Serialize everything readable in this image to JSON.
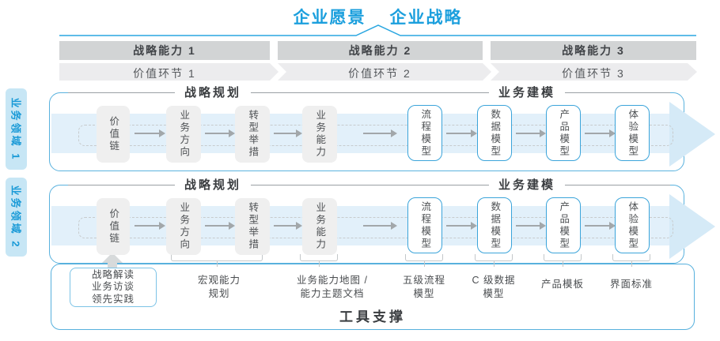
{
  "title": {
    "vision": "企业愿景",
    "strategy": "企业战略"
  },
  "top_bands": {
    "capabilities": [
      "战略能力 1",
      "战略能力 2",
      "战略能力 3"
    ],
    "value_links": [
      "价值环节 1",
      "价值环节 2",
      "价值环节 3"
    ]
  },
  "domains": [
    "业务领域 1",
    "业务领域 2"
  ],
  "row": {
    "planning_header": "战略规划",
    "modeling_header": "业务建模",
    "planning_boxes": [
      "价值链",
      "业务方向",
      "转型举措",
      "业务能力"
    ],
    "modeling_boxes": [
      "流程模型",
      "数据模型",
      "产品模型",
      "体验模型"
    ]
  },
  "bottom": {
    "practice_box": "战略解读\n业务访谈\n领先实践",
    "annotations": [
      "宏观能力\n规划",
      "业务能力地图 /\n能力主题文档",
      "五级流程\n模型",
      "C 级数据\n模型",
      "产品模板",
      "界面标准"
    ],
    "tools_caption": "工具支撑"
  },
  "colors": {
    "accent_blue": "#1B9FDD",
    "container_border_blue": "#56B0DD",
    "node_border_blue": "#3BA4DA",
    "flow_band_blue": "#DCEEF9",
    "domain_tag_blue": "#C7E6F5",
    "capability_band_gray": "#D2D4D5",
    "value_band_gray": "#ECECEE",
    "node_gray": "#EFEFEF",
    "text_dark": "#3A3D40"
  }
}
